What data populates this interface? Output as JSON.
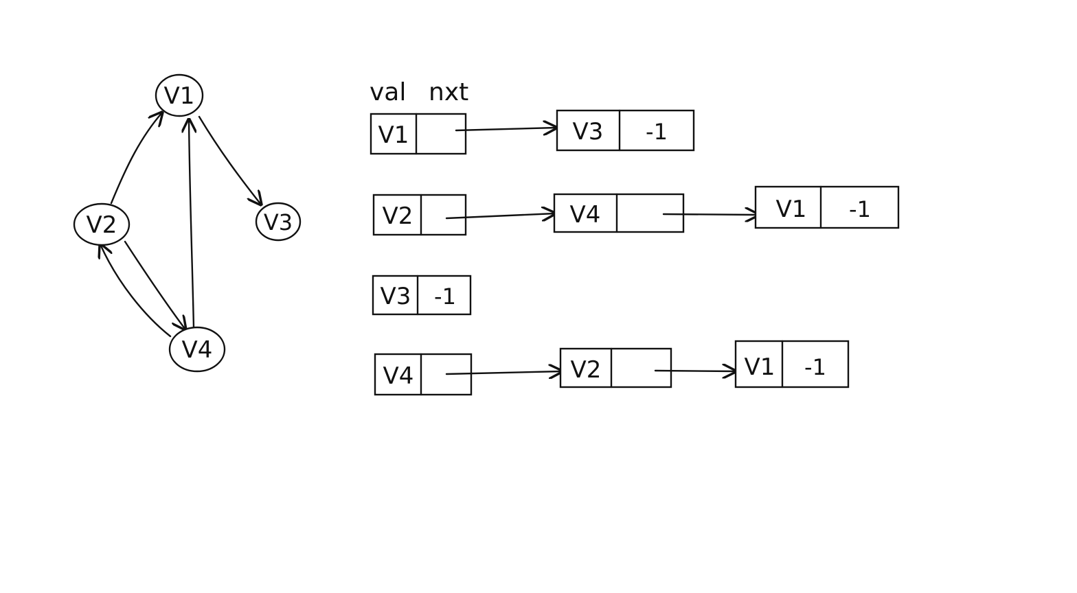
{
  "graph": {
    "nodes": [
      {
        "id": "v1",
        "label": "V1"
      },
      {
        "id": "v2",
        "label": "V2"
      },
      {
        "id": "v3",
        "label": "V3"
      },
      {
        "id": "v4",
        "label": "V4"
      }
    ],
    "edges": [
      {
        "from": "v2",
        "to": "v1"
      },
      {
        "from": "v4",
        "to": "v1"
      },
      {
        "from": "v1",
        "to": "v3"
      },
      {
        "from": "v2",
        "to": "v4"
      },
      {
        "from": "v4",
        "to": "v2"
      }
    ]
  },
  "list": {
    "header_val": "val",
    "header_nxt": "nxt",
    "rows": [
      {
        "head": {
          "val": "V1",
          "nxt": ""
        },
        "nodes": [
          {
            "val": "V3",
            "nxt": "-1"
          }
        ]
      },
      {
        "head": {
          "val": "V2",
          "nxt": ""
        },
        "nodes": [
          {
            "val": "V4",
            "nxt": ""
          },
          {
            "val": "V1",
            "nxt": "-1"
          }
        ]
      },
      {
        "head": {
          "val": "V3",
          "nxt": "-1"
        },
        "nodes": []
      },
      {
        "head": {
          "val": "V4",
          "nxt": ""
        },
        "nodes": [
          {
            "val": "V2",
            "nxt": ""
          },
          {
            "val": "V1",
            "nxt": "-1"
          }
        ]
      }
    ]
  }
}
